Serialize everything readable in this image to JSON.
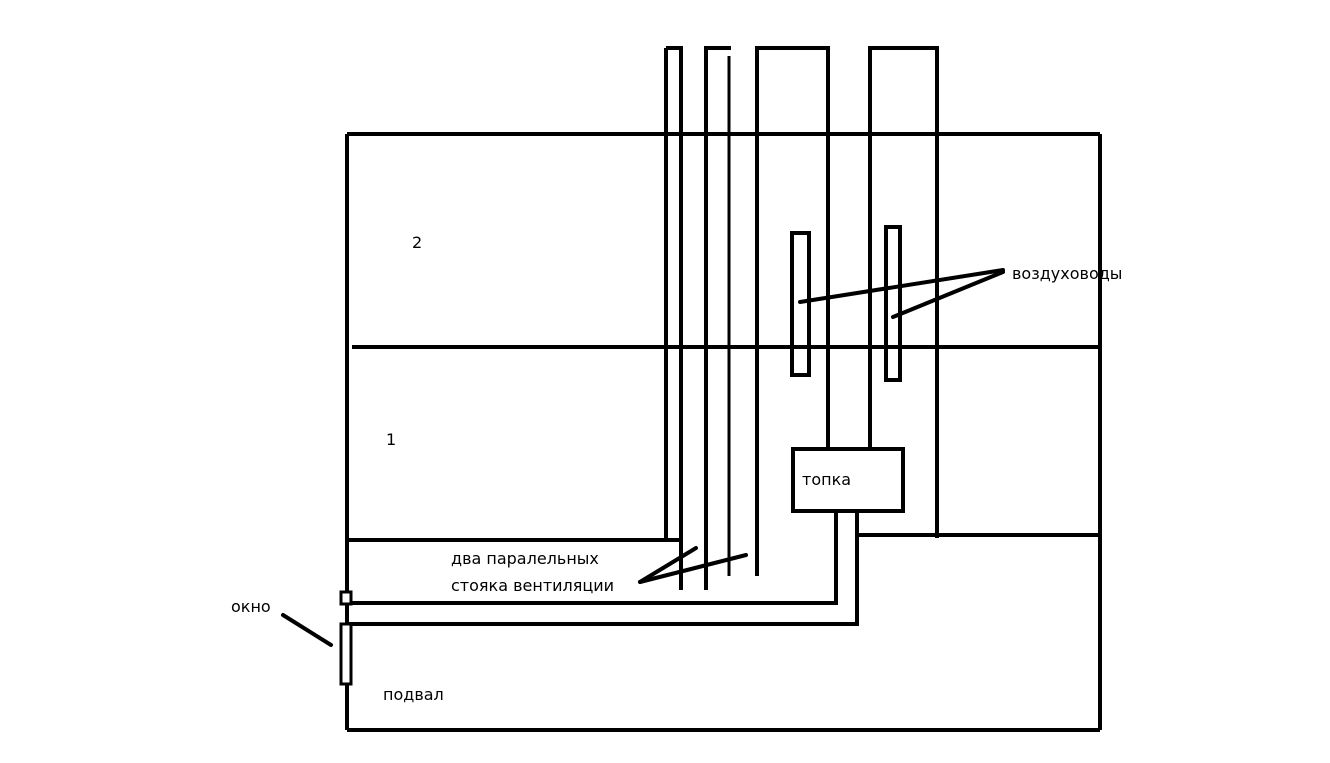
{
  "diagram": {
    "floor_2_label": "2",
    "floor_1_label": "1",
    "air_ducts_label": "воздуховоды",
    "firebox_label": "топка",
    "vent_risers_line1": "два паралельных",
    "vent_risers_line2": "стояка вентиляции",
    "window_label": "окно",
    "basement_label": "подвал"
  }
}
